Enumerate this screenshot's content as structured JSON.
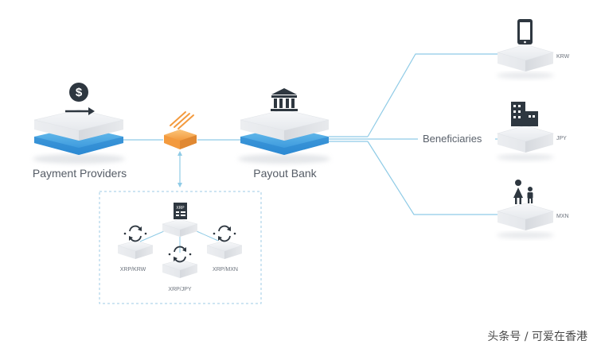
{
  "labels": {
    "payment_providers": "Payment Providers",
    "payout_bank": "Payout Bank",
    "beneficiaries": "Beneficiaries"
  },
  "currencies": {
    "krw": "KRW",
    "jpy": "JPY",
    "mxn": "MXN"
  },
  "pairs": {
    "xrp_krw": "XRP/KRW",
    "xrp_jpy": "XRP/JPY",
    "xrp_mxn": "XRP/MXN"
  },
  "xrp_badge": "XRP",
  "watermark": "头条号 / 可爱在香港",
  "colors": {
    "line": "#8fcbe6",
    "blue_band": "#2f8fd8",
    "blue_band_light": "#6cc0ee",
    "orange": "#f5a04a",
    "icon_dark": "#2e3740",
    "dashed_border": "#9ecbe6"
  },
  "icons": {
    "provider": "dollar-arrow-icon",
    "bank": "bank-icon",
    "krw": "smartphone-icon",
    "jpy": "building-icon",
    "mxn": "family-icon",
    "exchange": "exchange-cycle-icon",
    "xrp_ledger": "xrp-ledger-icon",
    "ripple": "ripple-stripes-icon"
  }
}
